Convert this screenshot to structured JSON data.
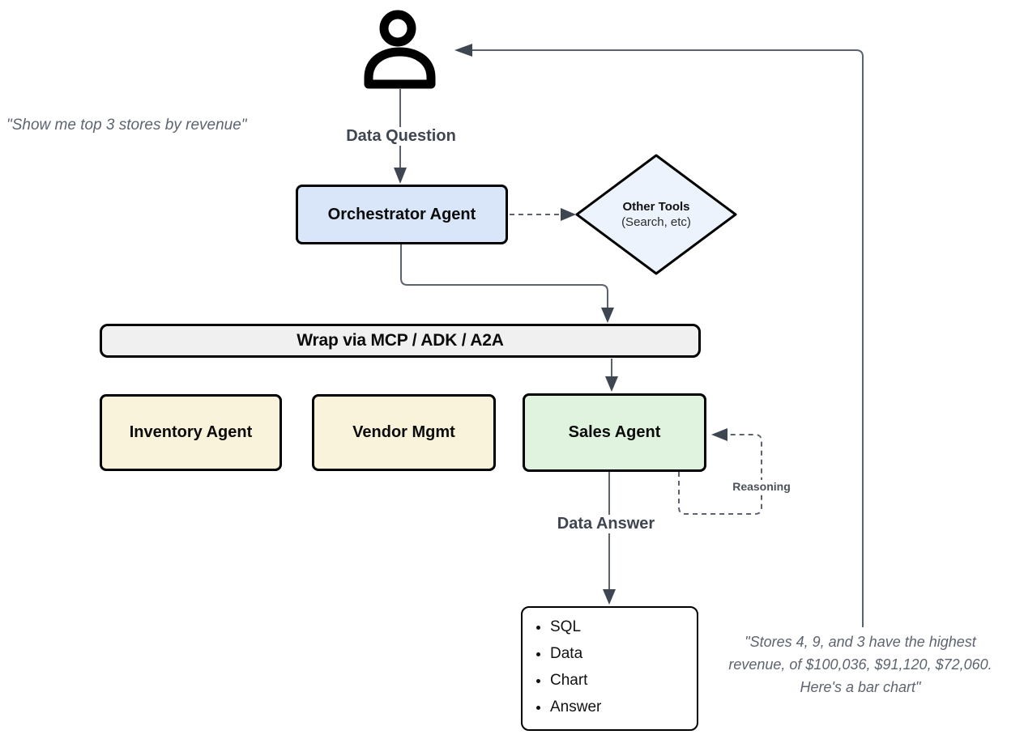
{
  "diagram": {
    "user": {
      "icon": "person-icon"
    },
    "left_quote": "\"Show me top 3 stores by revenue\"",
    "right_quote": {
      "line1": "\"Stores 4, 9, and 3 have the highest",
      "line2": "revenue, of $100,036, $91,120, $72,060.",
      "line3": "Here's a bar chart\""
    },
    "labels": {
      "data_question": "Data Question",
      "data_answer": "Data Answer",
      "reasoning": "Reasoning"
    },
    "nodes": {
      "orchestrator": {
        "label": "Orchestrator Agent",
        "fill": "#d9e6f9"
      },
      "other_tools": {
        "title": "Other Tools",
        "subtitle": "(Search, etc)",
        "fill": "#edf3fc"
      },
      "wrap_bar": {
        "label": "Wrap via MCP / ADK / A2A",
        "fill": "#f0f0f0"
      },
      "inventory": {
        "label": "Inventory Agent",
        "fill": "#faf3dc"
      },
      "vendor": {
        "label": "Vendor Mgmt",
        "fill": "#faf3dc"
      },
      "sales": {
        "label": "Sales Agent",
        "fill": "#dff3df"
      }
    },
    "output_box": {
      "items": [
        "SQL",
        "Data",
        "Chart",
        "Answer"
      ]
    },
    "colors": {
      "connector": "#5b6370",
      "arrowhead": "#3e4651",
      "border": "#000000",
      "label_text": "#3f4651",
      "quote_text": "#5d6470"
    }
  }
}
